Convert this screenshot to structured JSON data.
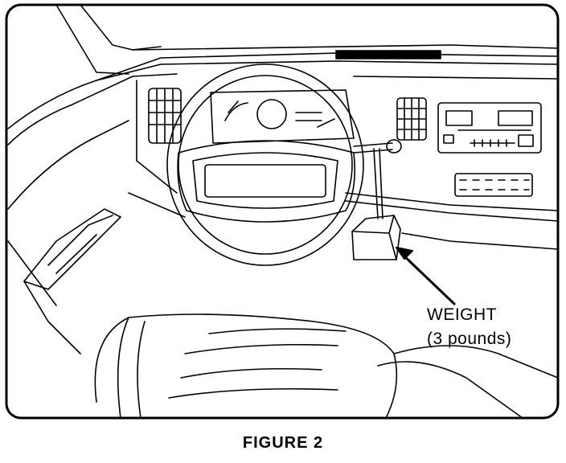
{
  "figure": {
    "callout": {
      "line1": "WEIGHT",
      "line2": "(3 pounds)"
    },
    "caption": "FIGURE 2"
  },
  "colors": {
    "ink": "#000000",
    "paper": "#ffffff"
  }
}
